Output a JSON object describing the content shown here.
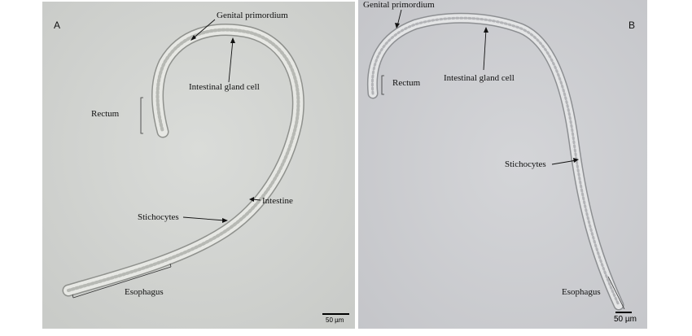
{
  "panels": [
    {
      "letter": "A",
      "labels": {
        "genital_primordium": "Genital primordium",
        "intestinal_gland_cell": "Intestinal gland cell",
        "rectum": "Rectum",
        "intestine": "Intestine",
        "stichocytes": "Stichocytes",
        "esophagus": "Esophagus"
      },
      "scale_bar": "50 µm"
    },
    {
      "letter": "B",
      "labels": {
        "genital_primordium": "Genital primordium",
        "rectum": "Rectum",
        "intestinal_gland_cell": "Intestinal gland cell",
        "stichocytes": "Stichocytes",
        "esophagus": "Esophagus"
      },
      "scale_bar": "50 µm"
    }
  ]
}
